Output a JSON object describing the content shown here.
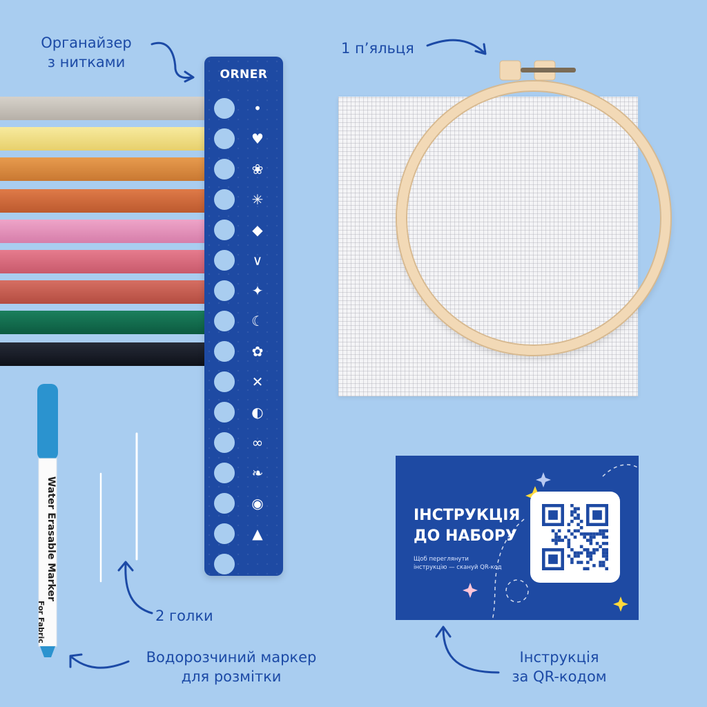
{
  "captions": {
    "organizer_line1": "Органайзер",
    "organizer_line2": "з нитками",
    "hoop": "1 п’яльця",
    "needles": "2 голки",
    "marker_line1": "Водорозчиний маркер",
    "marker_line2": "для розмітки",
    "instruction_line1": "Інструкція",
    "instruction_line2": "за QR-кодом"
  },
  "organizer": {
    "brand": "ORNER"
  },
  "card": {
    "title_line1": "ІНСТРУКЦІЯ",
    "title_line2": "ДО НАБОРУ",
    "subtitle_line1": "Щоб переглянути",
    "subtitle_line2": "інструкцію — скануй QR-код"
  },
  "marker": {
    "brand": "Water Erasable Marker",
    "sub": "For Fabric"
  },
  "colors": {
    "background": "#a9cdf0",
    "brand_blue": "#1e4aa3",
    "caption": "#1c4aa6",
    "threads": [
      "#c9c4bd",
      "#f2e08a",
      "#d98a3e",
      "#d2693b",
      "#e38fb8",
      "#d9677a",
      "#c65b4f",
      "#126b4d",
      "#161a26"
    ]
  },
  "icons": [
    "dot-icon",
    "heart-icon",
    "lotus-icon",
    "asterisk-icon",
    "diamond-icon",
    "chevron-v-icon",
    "sparkle-icon",
    "moon-icon",
    "flower-icon",
    "cross-icon",
    "half-circle-icon",
    "infinity-icon",
    "leaf-icon",
    "eye-icon",
    "tri-drop-icon"
  ]
}
